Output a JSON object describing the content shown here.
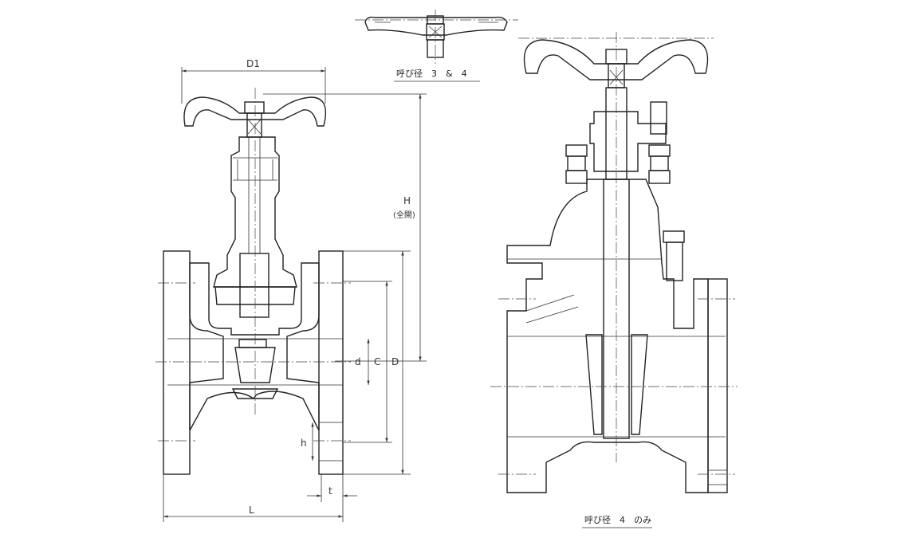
{
  "dimensions": {
    "D1": "D1",
    "H": "H",
    "H_note": "(全開)",
    "d": "d",
    "C": "C",
    "D": "D",
    "h": "h",
    "t": "t",
    "L": "L"
  },
  "captions": {
    "top_view": "呼び径　3　&　4",
    "right_view": "呼び径　4　のみ"
  }
}
